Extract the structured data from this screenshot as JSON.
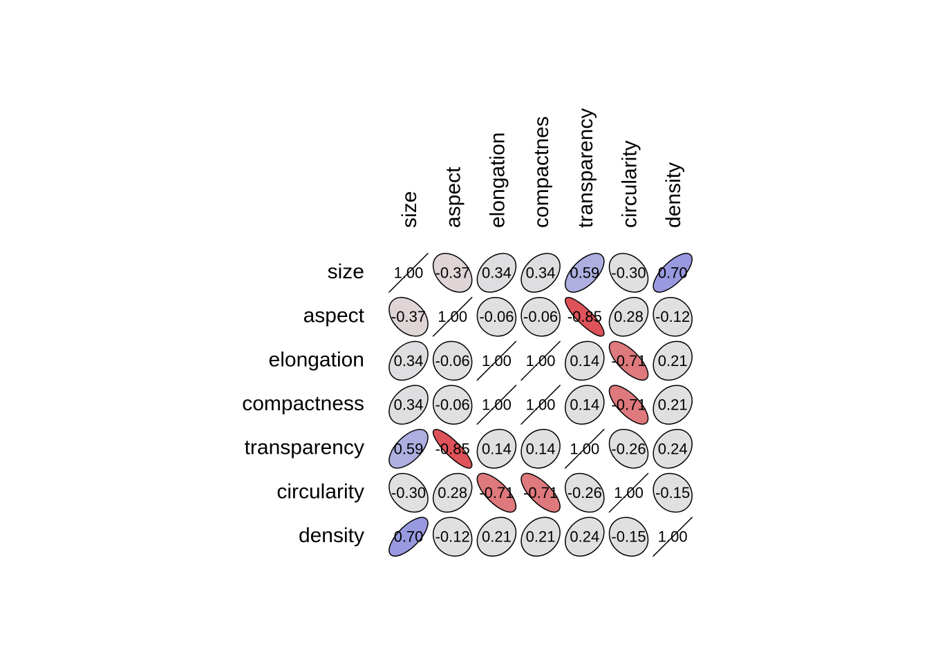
{
  "chart_data": {
    "type": "heatmap",
    "style": "ellipse correlation matrix",
    "variables": [
      "size",
      "aspect",
      "elongation",
      "compactness",
      "transparency",
      "circularity",
      "density"
    ],
    "column_labels": [
      "size",
      "aspect",
      "elongation",
      "compactnes",
      "transparency",
      "circularity",
      "density"
    ],
    "matrix": [
      [
        1.0,
        -0.37,
        0.34,
        0.34,
        0.59,
        -0.3,
        0.7
      ],
      [
        -0.37,
        1.0,
        -0.06,
        -0.06,
        -0.85,
        0.28,
        -0.12
      ],
      [
        0.34,
        -0.06,
        1.0,
        1.0,
        0.14,
        -0.71,
        0.21
      ],
      [
        0.34,
        -0.06,
        1.0,
        1.0,
        0.14,
        -0.71,
        0.21
      ],
      [
        0.59,
        -0.85,
        0.14,
        0.14,
        1.0,
        -0.26,
        0.24
      ],
      [
        -0.3,
        0.28,
        -0.71,
        -0.71,
        -0.26,
        1.0,
        -0.15
      ],
      [
        0.7,
        -0.12,
        0.21,
        0.21,
        0.24,
        -0.15,
        1.0
      ]
    ],
    "color_scale": {
      "negative": "#DC2A32",
      "neutral": "#E0E0E0",
      "positive": "#5F5FE0",
      "neutral_band": [
        -0.33,
        0.33
      ]
    },
    "legend": "none",
    "grid": false
  }
}
